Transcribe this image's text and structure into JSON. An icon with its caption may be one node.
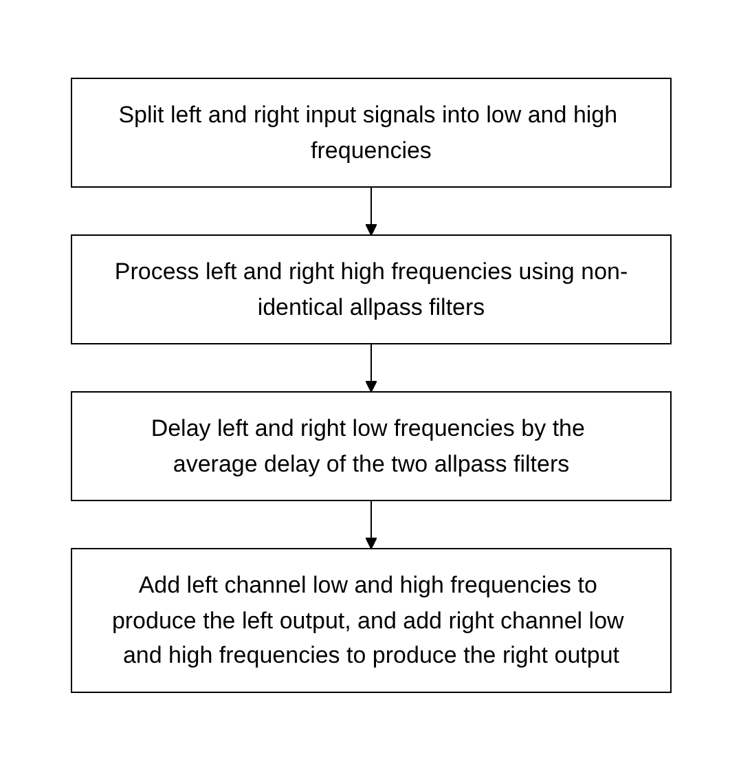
{
  "diagram": {
    "nodes": [
      {
        "text": [
          "Split left and right input signals into low and high frequencies"
        ]
      },
      {
        "text": [
          "Process left and right high frequencies using non-identical allpass filters"
        ]
      },
      {
        "text": [
          "Delay left and right low frequencies by the average delay of the two allpass filters"
        ]
      },
      {
        "text": [
          "Add left channel low and high frequencies to produce the left output, and add right channel low and high frequencies to produce the right output"
        ]
      }
    ],
    "edges": [
      {
        "from": 0,
        "to": 1,
        "arrow": "to"
      },
      {
        "from": 1,
        "to": 2,
        "arrow": "to"
      },
      {
        "from": 2,
        "to": 3,
        "arrow": "to"
      }
    ]
  }
}
